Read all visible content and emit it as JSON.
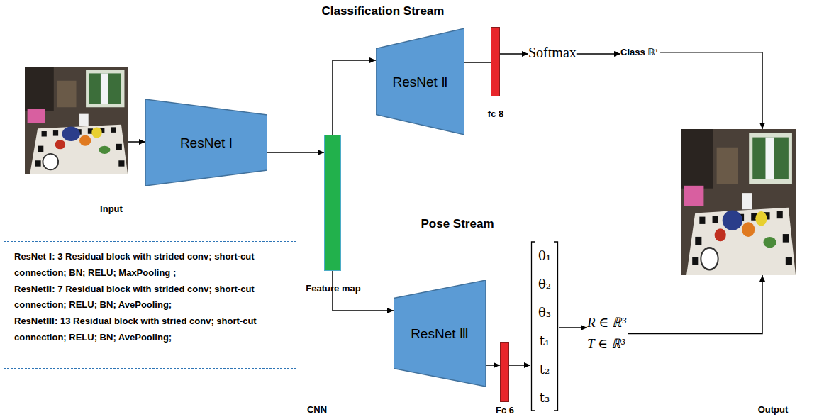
{
  "diagram": {
    "nodes": [
      {
        "text": [
          "Input"
        ]
      },
      {
        "text": [
          "ResNet Ⅰ"
        ]
      },
      {
        "text": [
          "Feature map"
        ]
      },
      {
        "text": [
          "ResNet Ⅱ"
        ]
      },
      {
        "text": [
          "fc 8"
        ]
      },
      {
        "text": [
          "Softmax"
        ]
      },
      {
        "text": [
          "Class ℝ¹"
        ]
      },
      {
        "text": [
          "ResNet Ⅲ"
        ]
      },
      {
        "text": [
          "Fc 6"
        ]
      },
      {
        "text": [
          "θ₁",
          "θ₂",
          "θ₃",
          "t₁",
          "t₂",
          "t₃"
        ]
      },
      {
        "text": [
          "R ∈ ℝ³",
          "T ∈ ℝ³"
        ]
      },
      {
        "text": [
          "Output"
        ]
      },
      {
        "text": [
          "ResNet Ⅰ: 3 Residual block with strided conv; short-cut connection; BN; RELU; MaxPooling ;",
          "ResNetⅡ: 7 Residual block with strided conv; short-cut connection; RELU; BN; AvePooling;",
          "ResNetⅢ: 13 Residual block with stried conv; short-cut connection; RELU; BN; AvePooling;"
        ]
      }
    ],
    "edges": [
      {
        "from": 0,
        "to": 1,
        "arrow": "to"
      },
      {
        "from": 1,
        "to": 2,
        "arrow": "to"
      },
      {
        "from": 2,
        "to": 3,
        "arrow": "to"
      },
      {
        "from": 2,
        "to": 7,
        "arrow": "to"
      },
      {
        "from": 3,
        "to": 4,
        "arrow": "none"
      },
      {
        "from": 4,
        "to": 5,
        "arrow": "to"
      },
      {
        "from": 5,
        "to": 6,
        "arrow": "to"
      },
      {
        "from": 6,
        "to": 11,
        "arrow": "to"
      },
      {
        "from": 7,
        "to": 8,
        "arrow": "to"
      },
      {
        "from": 8,
        "to": 9,
        "arrow": "to"
      },
      {
        "from": 9,
        "to": 10,
        "arrow": "to"
      },
      {
        "from": 10,
        "to": 11,
        "arrow": "to"
      }
    ],
    "labels": [
      "Classification Stream",
      "Pose Stream",
      "CNN"
    ]
  }
}
